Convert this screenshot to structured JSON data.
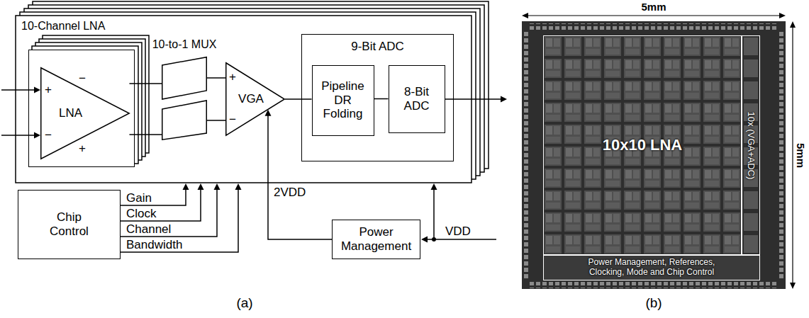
{
  "diagram": {
    "nodes": [
      {
        "text": [
          "10-Channel LNA"
        ]
      },
      {
        "text": [
          "LNA"
        ],
        "in": 0
      },
      {
        "text": [
          "10-to-1 MUX"
        ]
      },
      {
        "text": [
          "VGA"
        ]
      },
      {
        "text": [
          "9-Bit ADC"
        ]
      },
      {
        "text": [
          "Pipeline DR Folding"
        ],
        "in": 4
      },
      {
        "text": [
          "8-Bit ADC"
        ],
        "in": 4
      },
      {
        "text": [
          "Chip Control"
        ]
      },
      {
        "text": [
          "Power Management"
        ]
      },
      {
        "text": [
          "10x10 LNA"
        ]
      },
      {
        "text": [
          "10x (VGA+ADC)"
        ]
      },
      {
        "text": [
          "Power Management, References, Clocking, Mode and Chip Control"
        ]
      }
    ],
    "edges": [
      {
        "from": 1,
        "to": 2,
        "arrow": "none"
      },
      {
        "from": 1,
        "to": 2,
        "arrow": "none"
      },
      {
        "from": 2,
        "to": 3,
        "arrow": "none"
      },
      {
        "from": 2,
        "to": 3,
        "arrow": "none"
      },
      {
        "from": 3,
        "to": 5,
        "arrow": "none"
      },
      {
        "from": 5,
        "to": 6,
        "arrow": "none"
      },
      {
        "from": 8,
        "to": 3,
        "label": "2VDD",
        "arrow": "to"
      }
    ],
    "labels": [
      "+",
      "−",
      "−",
      "+",
      "+",
      "−",
      "Gain",
      "Clock",
      "Channel",
      "Bandwidth",
      "VDD",
      "5mm",
      "5mm",
      "(a)",
      "(b)"
    ]
  }
}
